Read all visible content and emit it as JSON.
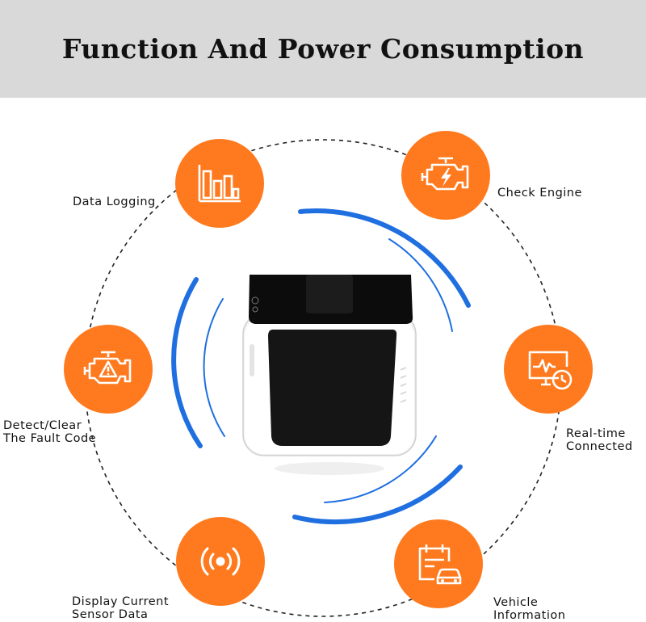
{
  "header": {
    "title": "Function And Power Consumption"
  },
  "features": [
    {
      "label": "Data Logging",
      "icon": "bar-chart-icon"
    },
    {
      "label": "Check Engine",
      "icon": "engine-bolt-icon"
    },
    {
      "label": "Detect/Clear\nThe Fault Code",
      "label_lines": [
        "Detect/Clear",
        "The Fault Code"
      ],
      "icon": "engine-warning-icon"
    },
    {
      "label": "Real-time\nConnected",
      "label_lines": [
        "Real-time",
        "Connected"
      ],
      "icon": "monitor-clock-icon"
    },
    {
      "label": "Display Current\nSensor Data",
      "label_lines": [
        "Display Current",
        "Sensor Data"
      ],
      "icon": "sensor-signal-icon"
    },
    {
      "label": "Vehicle\nInformation",
      "label_lines": [
        "Vehicle",
        "Information"
      ],
      "icon": "calendar-car-icon"
    }
  ],
  "colors": {
    "accent": "#ff7a1e",
    "arc": "#1f6fe0",
    "banner": "#d9d9d9"
  },
  "device": {
    "name": "obd2-adapter"
  }
}
